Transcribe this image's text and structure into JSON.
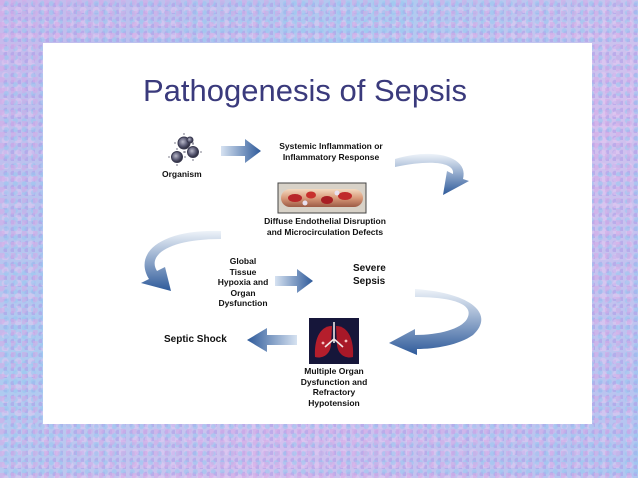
{
  "slide": {
    "title": "Pathogenesis of Sepsis",
    "steps": {
      "organism": "Organism",
      "systemic_inflammation": "Systemic Inflammation or\nInflammatory Response",
      "endothelial_disruption": "Diffuse Endothelial Disruption\nand Microcirculation Defects",
      "global_hypoxia": "Global\nTissue\nHypoxia and\nOrgan\nDysfunction",
      "severe_sepsis": "Severe\nSepsis",
      "multiple_organ": "Multiple Organ\nDysfunction and\nRefractory\nHypotension",
      "septic_shock": "Septic Shock"
    },
    "colors": {
      "title": "#3a3a7c",
      "arrow_dark": "#2e5a9a",
      "arrow_light": "#c9d8ec"
    },
    "icons": [
      "organism-cells-icon",
      "blood-vessel-icon",
      "lungs-icon"
    ]
  }
}
